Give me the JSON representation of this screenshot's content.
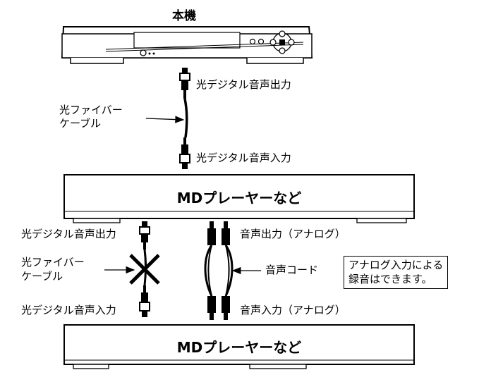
{
  "unit_title": "本機",
  "labels": {
    "optical_out_top": "光デジタル音声出力",
    "optical_cable_top_line1": "光ファイバー",
    "optical_cable_top_line2": "ケーブル",
    "optical_in_top": "光デジタル音声入力",
    "md_player_1": "MDプレーヤーなど",
    "optical_out_bottom": "光デジタル音声出力",
    "analog_out": "音声出力（アナログ）",
    "optical_cable_bottom_line1": "光ファイバー",
    "optical_cable_bottom_line2": "ケーブル",
    "audio_cord": "音声コード",
    "optical_in_bottom": "光デジタル音声入力",
    "analog_in": "音声入力（アナログ）",
    "md_player_2": "MDプレーヤーなど"
  },
  "note": {
    "line1": "アナログ入力による",
    "line2": "録音はできます。"
  }
}
